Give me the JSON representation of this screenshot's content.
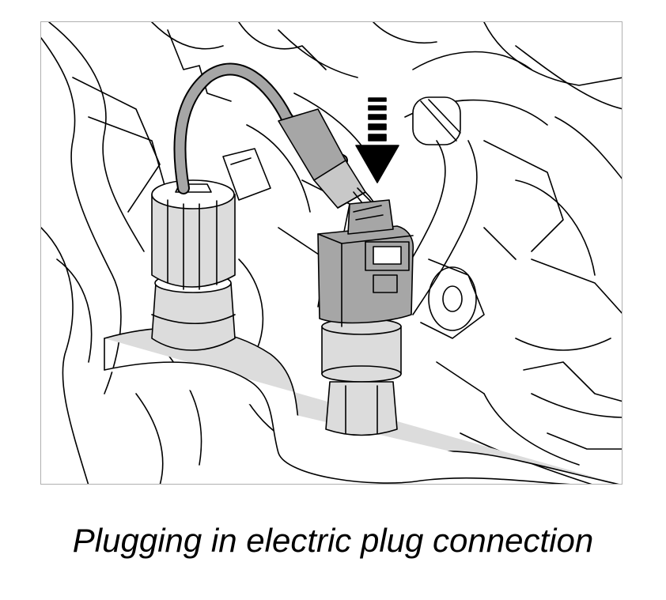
{
  "figure": {
    "caption": "Plugging in electric plug connection",
    "colors": {
      "frame_border": "#b0b0b0",
      "line": "#000000",
      "part_fill": "#dcdcdc",
      "connector_fill": "#a6a6a6",
      "arrow": "#000000"
    },
    "parts": [
      "coolant-hose",
      "pressure-switch",
      "electric-plug",
      "wiring-harness",
      "hose-cap",
      "insertion-arrow"
    ]
  }
}
